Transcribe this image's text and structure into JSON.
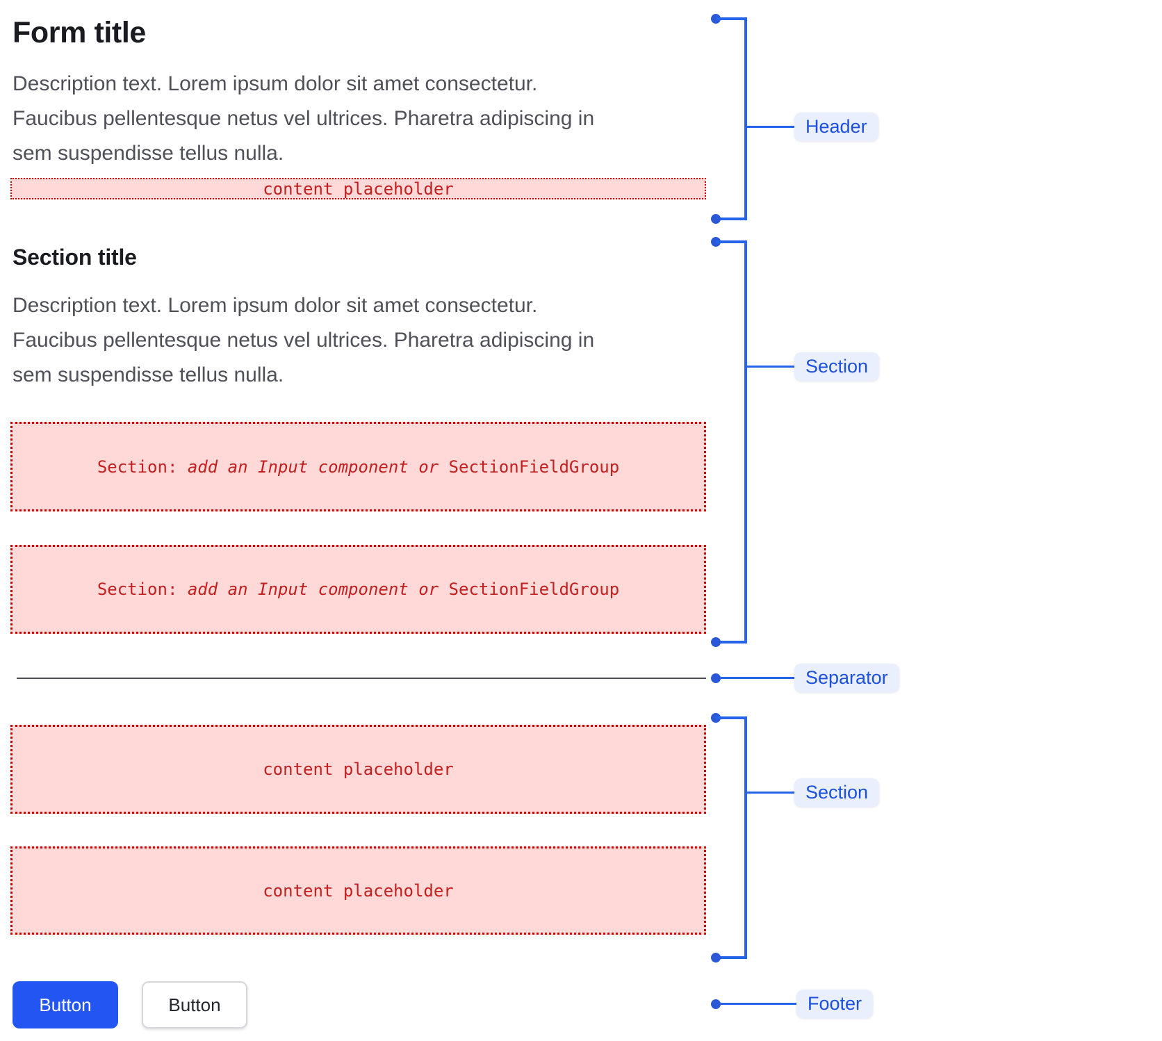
{
  "header": {
    "title": "Form title",
    "description_lines": [
      "Description text. Lorem ipsum dolor sit amet consectetur.",
      "Faucibus pellentesque netus vel ultrices. Pharetra adipiscing in",
      "sem suspendisse tellus nulla."
    ],
    "placeholder_label": "content placeholder"
  },
  "section_one": {
    "title": "Section title",
    "description_lines": [
      "Description text. Lorem ipsum dolor sit amet consectetur.",
      "Faucibus pellentesque netus vel ultrices. Pharetra adipiscing in",
      "sem suspendisse tellus nulla."
    ],
    "field_placeholders": [
      {
        "prefix": "Section: ",
        "emphasis": "add an Input component or",
        "suffix": " SectionFieldGroup"
      },
      {
        "prefix": "Section: ",
        "emphasis": "add an Input component or",
        "suffix": " SectionFieldGroup"
      }
    ]
  },
  "section_two": {
    "placeholders": [
      "content placeholder",
      "content placeholder"
    ]
  },
  "footer": {
    "primary_button_label": "Button",
    "secondary_button_label": "Button"
  },
  "annotations": {
    "header_label": "Header",
    "section_one_label": "Section",
    "separator_label": "Separator",
    "section_two_label": "Section",
    "footer_label": "Footer"
  },
  "colors": {
    "annotation_line_blue": "#2563eb",
    "annotation_dot_blue": "#2b57d9",
    "annotation_pill_bg": "#e9effc",
    "annotation_pill_text": "#1d51dd",
    "placeholder_bg": "#ffd8d8",
    "placeholder_border": "#cc0000",
    "placeholder_text": "#c32020",
    "primary_button_bg": "#2255f2",
    "separator_line": "#4b4c54",
    "title_text": "#1a1b20",
    "description_text": "#4f5058"
  }
}
